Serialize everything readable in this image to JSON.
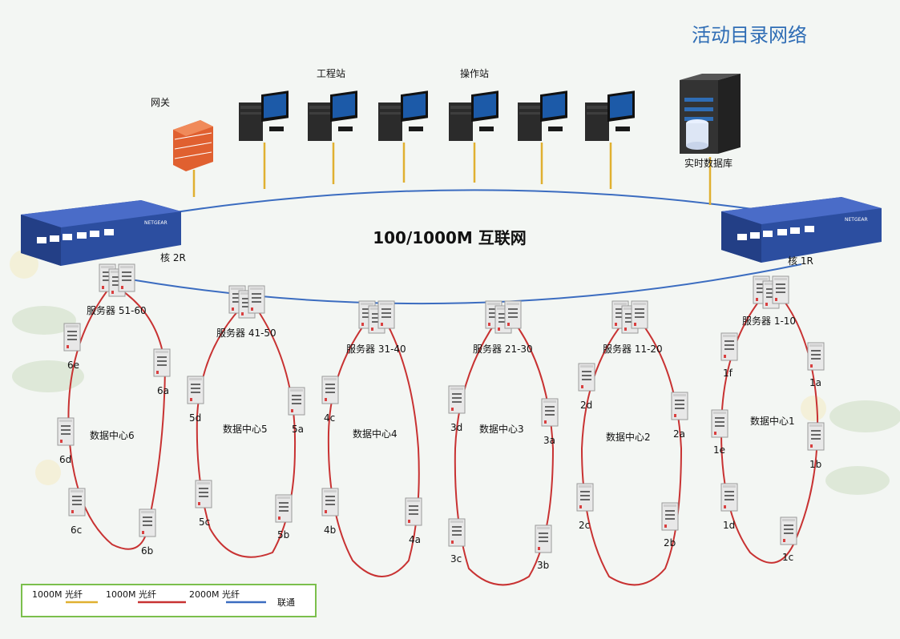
{
  "title": "活动目录网络",
  "backbone_label": "100/1000M 互联网",
  "gateway_label": "网关",
  "engineering_label": "工程站",
  "operator_label": "操作站",
  "database_label": "实时数据库",
  "switch_left_label": "核 2R",
  "switch_right_label": "核 1R",
  "switch_brand": "NETGEAR",
  "clusters": [
    {
      "center": "数据中心6",
      "servers": "服务器 51-60",
      "nodes": [
        "6a",
        "6b",
        "6c",
        "6d",
        "6e"
      ]
    },
    {
      "center": "数据中心5",
      "servers": "服务器 41-50",
      "nodes": [
        "5a",
        "5b",
        "5c",
        "5d"
      ]
    },
    {
      "center": "数据中心4",
      "servers": "服务器 31-40",
      "nodes": [
        "4a",
        "4b",
        "4c"
      ]
    },
    {
      "center": "数据中心3",
      "servers": "服务器 21-30",
      "nodes": [
        "3a",
        "3b",
        "3c",
        "3d"
      ]
    },
    {
      "center": "数据中心2",
      "servers": "服务器 11-20",
      "nodes": [
        "2a",
        "2b",
        "2c",
        "2d"
      ]
    },
    {
      "center": "数据中心1",
      "servers": "服务器 1-10",
      "nodes": [
        "1a",
        "1b",
        "1c",
        "1d",
        "1e",
        "1f"
      ]
    }
  ],
  "legend": {
    "fiber_1000m": "1000M 光纤",
    "fiber_1000m_red": "1000M 光纤",
    "fiber_2000m": "2000M 光纤",
    "link": "联通"
  },
  "colors": {
    "blue_link": "#3b6cc0",
    "red_fiber": "#c83232",
    "yellow_fiber": "#e0b030",
    "title": "#2f6db5"
  }
}
